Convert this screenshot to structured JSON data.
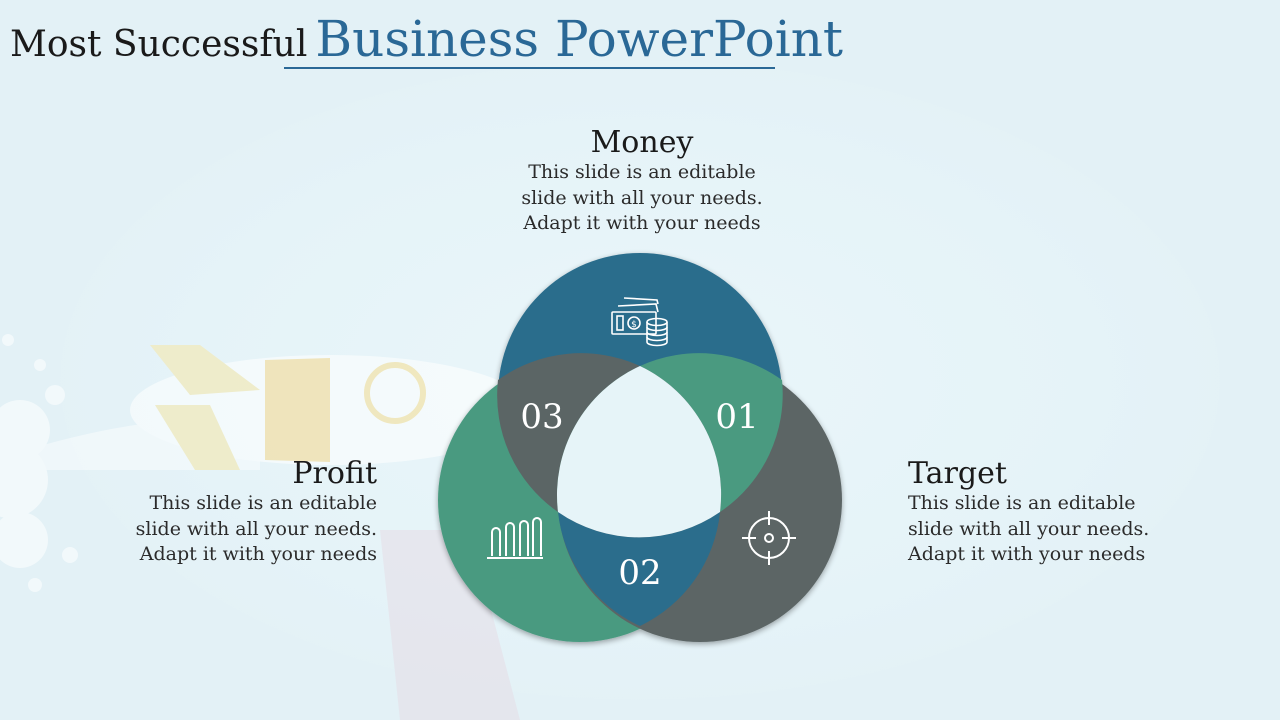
{
  "header": {
    "title_prefix": "Most Successful",
    "title_main": "Business PowerPoint"
  },
  "colors": {
    "blue": "#2b6d8c",
    "green": "#4a9a80",
    "gray": "#5b6565",
    "title_blue": "#2a6896",
    "background": "#e3f1f6"
  },
  "venn": {
    "labels": {
      "a": "03",
      "b": "01",
      "c": "02"
    },
    "icons": {
      "top": "money-coins-icon",
      "left": "bar-chart-icon",
      "right": "target-crosshair-icon"
    }
  },
  "sections": {
    "money": {
      "heading": "Money",
      "line1": "This slide is an editable",
      "line2": "slide with all your needs.",
      "line3": "Adapt it with your needs"
    },
    "profit": {
      "heading": "Profit",
      "line1": "This slide is an editable",
      "line2": "slide with all your needs.",
      "line3": "Adapt it with your needs"
    },
    "target": {
      "heading": "Target",
      "line1": "This slide is an editable",
      "line2": "slide with all your needs.",
      "line3": "Adapt it with your needs"
    }
  }
}
